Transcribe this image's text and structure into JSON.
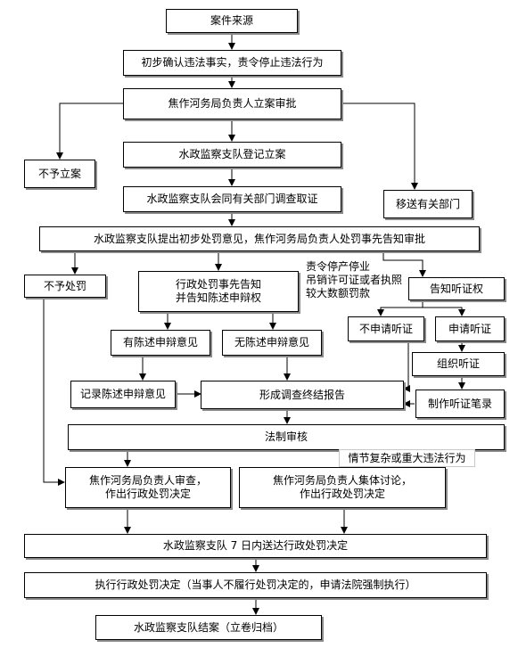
{
  "nodes": {
    "case_source": "案件来源",
    "initial_confirm": "初步确认违法事实，责令停止违法行为",
    "bureau_approval": "焦作河务局负责人立案审批",
    "no_case": "不予立案",
    "register": "水政监察支队登记立案",
    "investigate": "水政监察支队会同有关部门调查取证",
    "transfer": "移送有关部门",
    "initial_opinion": "水政监察支队提出初步处罚意见，焦作河务局负责人处罚事先告知审批",
    "no_penalty": "不予处罚",
    "prior_notice": "行政处罚事先告知\n并告知陈述申辩权",
    "hearing_notice": "告知听证权",
    "has_statement": "有陈述申辩意见",
    "no_statement": "无陈述申辩意见",
    "no_hearing_request": "不申请听证",
    "hearing_request": "申请听证",
    "organize_hearing": "组织听证",
    "record_statement": "记录陈述申辩意见",
    "final_report": "形成调查终结报告",
    "hearing_record": "制作听证笔录",
    "legal_review": "法制审核",
    "complex_case": "情节复杂或重大违法行为",
    "individual_decision": "焦作河务局负责人审查，\n作出行政处罚决定",
    "collective_decision": "焦作河务局负责人集体讨论，\n作出行政处罚决定",
    "deliver_decision": "水政监察支队 7 日内送达行政处罚决定",
    "execute_decision": "执行行政处罚决定（当事人不履行处罚决定的，申请法院强制执行）",
    "close_case": "水政监察支队结案（立卷归档）"
  },
  "labels": {
    "hearing_conditions": "责令停产停业\n吊销许可证或者执照\n较大数额罚款"
  }
}
